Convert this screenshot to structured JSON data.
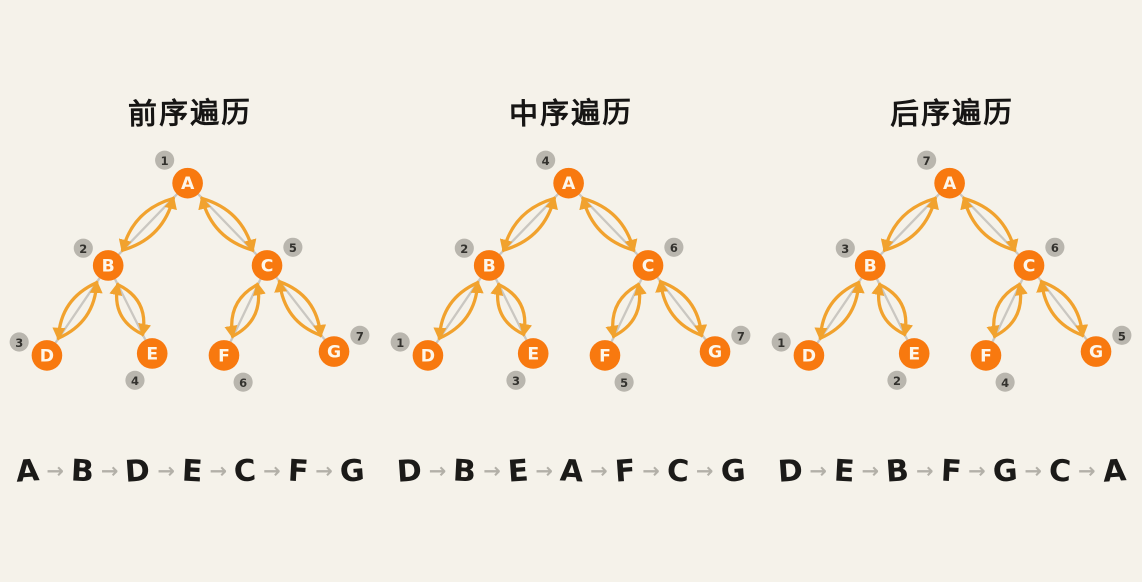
{
  "ui": {
    "arrow": "→",
    "background_color": "#f5f2ea",
    "node_color": "#f8790f",
    "traversal_arrow_color": "#f1a22e",
    "edge_color": "#cac7c1",
    "badge_color": "#b9b6ae"
  },
  "node_labels": {
    "A": "A",
    "B": "B",
    "C": "C",
    "D": "D",
    "E": "E",
    "F": "F",
    "G": "G"
  },
  "trees": [
    {
      "title": "前序遍历",
      "orders": {
        "A": "1",
        "B": "2",
        "C": "5",
        "D": "3",
        "E": "4",
        "F": "6",
        "G": "7"
      },
      "sequence": [
        "A",
        "B",
        "D",
        "E",
        "C",
        "F",
        "G"
      ]
    },
    {
      "title": "中序遍历",
      "orders": {
        "A": "4",
        "B": "2",
        "C": "6",
        "D": "1",
        "E": "3",
        "F": "5",
        "G": "7"
      },
      "sequence": [
        "D",
        "B",
        "E",
        "A",
        "F",
        "C",
        "G"
      ]
    },
    {
      "title": "后序遍历",
      "orders": {
        "A": "7",
        "B": "3",
        "C": "6",
        "D": "1",
        "E": "2",
        "F": "4",
        "G": "5"
      },
      "sequence": [
        "D",
        "E",
        "B",
        "F",
        "G",
        "C",
        "A"
      ]
    }
  ]
}
